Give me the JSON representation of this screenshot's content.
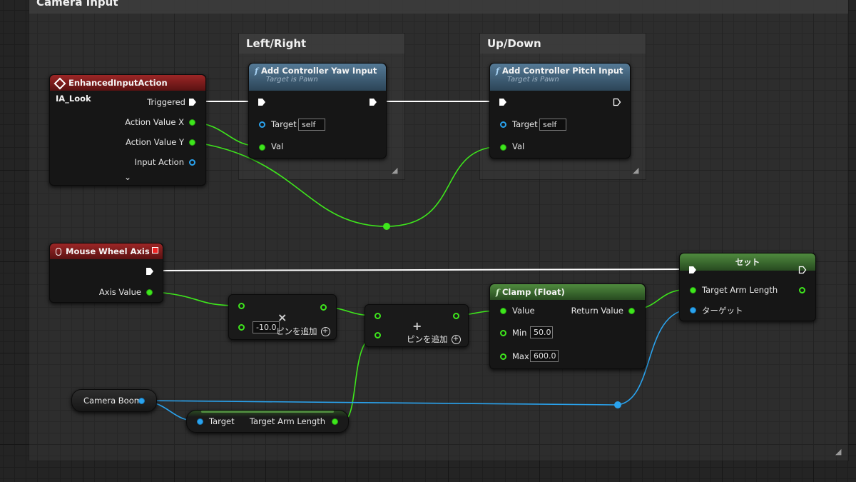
{
  "comments": {
    "main": "Camera Input",
    "left_right": "Left/Right",
    "up_down": "Up/Down"
  },
  "enhanced_input": {
    "title": "EnhancedInputAction IA_Look",
    "triggered": "Triggered",
    "action_x": "Action Value X",
    "action_y": "Action Value Y",
    "input_action": "Input Action",
    "expand_icon": "chevron-down-icon"
  },
  "yaw_node": {
    "title": "Add Controller Yaw Input",
    "subtitle": "Target is Pawn",
    "target_label": "Target",
    "target_value": "self",
    "val_label": "Val"
  },
  "pitch_node": {
    "title": "Add Controller Pitch Input",
    "subtitle": "Target is Pawn",
    "target_label": "Target",
    "target_value": "self",
    "val_label": "Val"
  },
  "mouse_wheel": {
    "title": "Mouse Wheel Axis",
    "axis_value": "Axis Value"
  },
  "multiply_node": {
    "value": "-10.0",
    "add_pin": "ピンを追加",
    "glyph": "×"
  },
  "add_node": {
    "add_pin": "ピンを追加",
    "glyph": "+"
  },
  "clamp_node": {
    "title": "Clamp (Float)",
    "value_label": "Value",
    "return_label": "Return Value",
    "min_label": "Min",
    "min_value": "50.0",
    "max_label": "Max",
    "max_value": "600.0"
  },
  "set_node": {
    "title": "セット",
    "arm_label": "Target Arm Length",
    "target_label": "ターゲット"
  },
  "camera_boom": {
    "label": "Camera Boom"
  },
  "get_arm": {
    "target_label": "Target",
    "arm_label": "Target Arm Length"
  },
  "colors": {
    "float_pin": "#3ee61c",
    "object_pin": "#2aa3ee",
    "exec_wire": "#ffffff",
    "event_header": "#9c2626",
    "function_header": "#557a96",
    "pure_header": "#4f8a3e"
  }
}
